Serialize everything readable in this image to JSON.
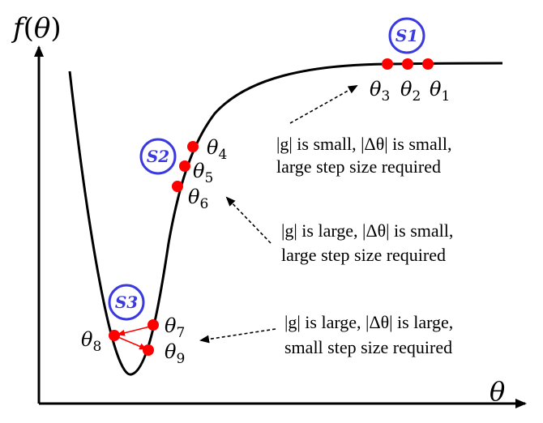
{
  "axes": {
    "y_label": {
      "f": "f",
      "open": "(",
      "var": "θ",
      "close": ")"
    },
    "x_label": "θ"
  },
  "badges": {
    "s1": "S1",
    "s2": "S2",
    "s3": "S3"
  },
  "points": {
    "t1": {
      "sym": "θ",
      "sub": "1"
    },
    "t2": {
      "sym": "θ",
      "sub": "2"
    },
    "t3": {
      "sym": "θ",
      "sub": "3"
    },
    "t4": {
      "sym": "θ",
      "sub": "4"
    },
    "t5": {
      "sym": "θ",
      "sub": "5"
    },
    "t6": {
      "sym": "θ",
      "sub": "6"
    },
    "t7": {
      "sym": "θ",
      "sub": "7"
    },
    "t8": {
      "sym": "θ",
      "sub": "8"
    },
    "t9": {
      "sym": "θ",
      "sub": "9"
    }
  },
  "annotations": {
    "s1": {
      "line1": "|g| is small, |Δθ| is small,",
      "line2": "large step size required"
    },
    "s2": {
      "line1": "|g| is large, |Δθ| is small,",
      "line2": "large step size required"
    },
    "s3": {
      "line1": "|g| is large, |Δθ| is large,",
      "line2": "small step size required"
    }
  },
  "colors": {
    "curve": "#000000",
    "point": "#ff0000",
    "badge": "#3a3ae0",
    "step_arrow": "#ff0000"
  }
}
